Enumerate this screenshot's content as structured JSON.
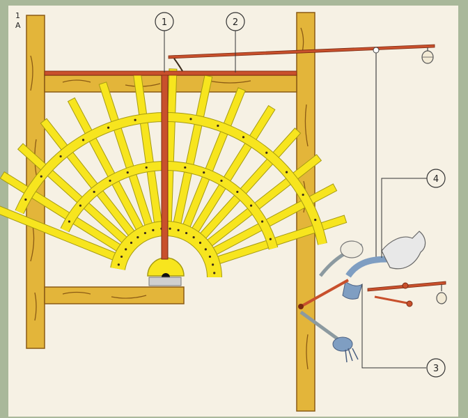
{
  "corner_label": {
    "line1": "1",
    "line2": "A"
  },
  "callouts": [
    {
      "number": "1"
    },
    {
      "number": "2"
    },
    {
      "number": "3"
    },
    {
      "number": "4"
    }
  ],
  "colors": {
    "frame_border": "#a9b89a",
    "paper": "#f6f1e4",
    "wood": "#e3b53a",
    "wood_dark": "#8a5a14",
    "fan_wood": "#f7e51e",
    "fan_outline": "#a59a12",
    "rod": "#c8502c",
    "steel": "#8c9aa0",
    "cloth": "#7f9ec2",
    "fabric": "#e8e8e8"
  },
  "fan": {
    "angles_deg": [
      -68,
      -58,
      -48,
      -38,
      -28,
      -18,
      -8,
      2,
      12,
      22,
      32,
      42,
      52,
      62,
      72
    ]
  }
}
